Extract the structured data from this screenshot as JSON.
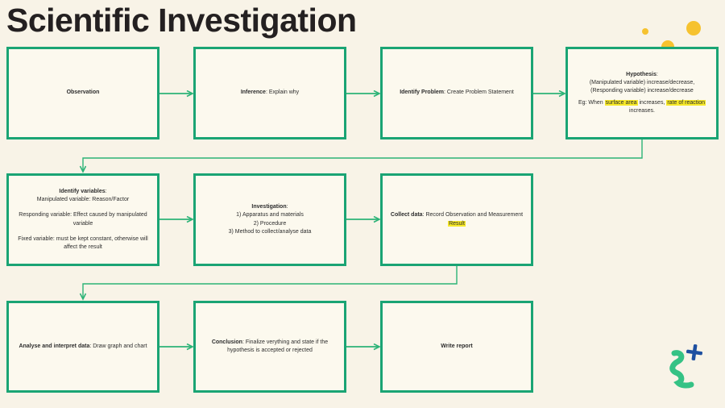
{
  "title": "Scientific Investigation",
  "colors": {
    "bg": "#f8f3e7",
    "box-fill": "#fcf9ee",
    "accent-green": "#1aa474",
    "arrow-green": "#2cb377",
    "highlight-yellow": "#f7e928",
    "dot-yellow": "#f6c22f",
    "squiggle-green": "#35c285",
    "plus-blue": "#1e4fa0",
    "title-color": "#242021",
    "text-color": "#2d2d2d"
  },
  "boxes": {
    "observation": {
      "lines": [
        {
          "seg": [
            {
              "t": "Observation",
              "b": 1
            }
          ]
        }
      ]
    },
    "inference": {
      "lines": [
        {
          "seg": [
            {
              "t": "Inference",
              "b": 1
            },
            {
              "t": ": Explain why"
            }
          ]
        }
      ]
    },
    "identify_problem": {
      "lines": [
        {
          "seg": [
            {
              "t": "Identify Problem",
              "b": 1
            },
            {
              "t": ": Create Problem Statement"
            }
          ]
        }
      ]
    },
    "hypothesis": {
      "lines": [
        {
          "seg": [
            {
              "t": "Hypothesis",
              "b": 1
            },
            {
              "t": ":"
            }
          ]
        },
        {
          "seg": [
            {
              "t": "(Manipulated variable) increase/decrease,"
            }
          ]
        },
        {
          "seg": [
            {
              "t": "(Responding variable) increase/decrease"
            }
          ]
        },
        {
          "seg": [
            {
              "t": "Eg: When "
            },
            {
              "t": "surface area",
              "hl": 1
            },
            {
              "t": " increases, "
            },
            {
              "t": "rate of reaction",
              "hl": 1
            },
            {
              "t": " increases."
            }
          ],
          "gap": 1
        }
      ]
    },
    "identify_variables": {
      "lines": [
        {
          "seg": [
            {
              "t": "Identify variables",
              "b": 1
            },
            {
              "t": ":"
            }
          ]
        },
        {
          "seg": [
            {
              "t": "Manipulated variable: Reason/Factor"
            }
          ]
        },
        {
          "seg": [
            {
              "t": "Responding variable: Effect caused by manipulated variable"
            }
          ],
          "gap": 2
        },
        {
          "seg": [
            {
              "t": "Fixed variable: must be kept constant, otherwise will affect the result"
            }
          ],
          "gap": 2
        }
      ]
    },
    "investigation": {
      "lines": [
        {
          "seg": [
            {
              "t": "Investigation",
              "b": 1
            },
            {
              "t": ":"
            }
          ]
        },
        {
          "seg": [
            {
              "t": "1) Apparatus and materials"
            }
          ]
        },
        {
          "seg": [
            {
              "t": "2) Procedure"
            }
          ]
        },
        {
          "seg": [
            {
              "t": "3) Method to collect/analyse data"
            }
          ]
        }
      ]
    },
    "collect_data": {
      "lines": [
        {
          "seg": [
            {
              "t": "Collect data",
              "b": 1
            },
            {
              "t": ": Record Observation and Measurement "
            },
            {
              "t": "Result",
              "hl": 1
            }
          ]
        }
      ]
    },
    "analyse": {
      "lines": [
        {
          "seg": [
            {
              "t": "Analyse and interpret data",
              "b": 1
            },
            {
              "t": ": Draw graph and chart"
            }
          ]
        }
      ]
    },
    "conclusion": {
      "lines": [
        {
          "seg": [
            {
              "t": "Conclusion",
              "b": 1
            },
            {
              "t": ": Finalize verything and state if the hypothesis is accepted or rejected"
            }
          ]
        }
      ]
    },
    "write_report": {
      "lines": [
        {
          "seg": [
            {
              "t": "Write report",
              "b": 1
            }
          ]
        }
      ]
    }
  },
  "decorations": {
    "top_right": "yellow-dots",
    "bottom_right": [
      "green-squiggle",
      "blue-plus"
    ]
  }
}
